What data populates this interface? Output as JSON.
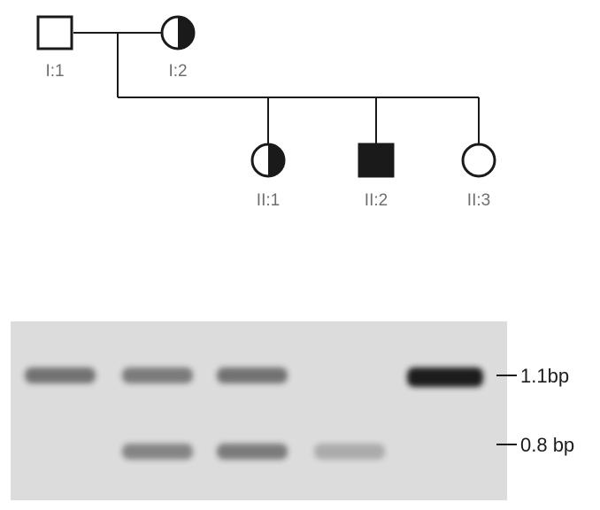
{
  "pedigree": {
    "individuals": [
      {
        "id": "I:1",
        "sex": "male",
        "status": "unaffected"
      },
      {
        "id": "I:2",
        "sex": "female",
        "status": "carrier"
      },
      {
        "id": "II:1",
        "sex": "female",
        "status": "carrier"
      },
      {
        "id": "II:2",
        "sex": "male",
        "status": "affected"
      },
      {
        "id": "II:3",
        "sex": "female",
        "status": "unaffected"
      }
    ]
  },
  "gel": {
    "band_labels": {
      "upper": "1.1bp",
      "lower": "0.8 bp"
    },
    "lanes": [
      {
        "upper": 0.55,
        "lower": 0.0
      },
      {
        "upper": 0.5,
        "lower": 0.45
      },
      {
        "upper": 0.55,
        "lower": 0.5
      },
      {
        "upper": 0.0,
        "lower": 0.25
      },
      {
        "upper": 1.0,
        "lower": 0.0
      }
    ]
  },
  "colors": {
    "line": "#1a1a1a",
    "label": "#6e6e6e",
    "gel_background": "#dcdcdc",
    "band": "#1e1e1e"
  }
}
